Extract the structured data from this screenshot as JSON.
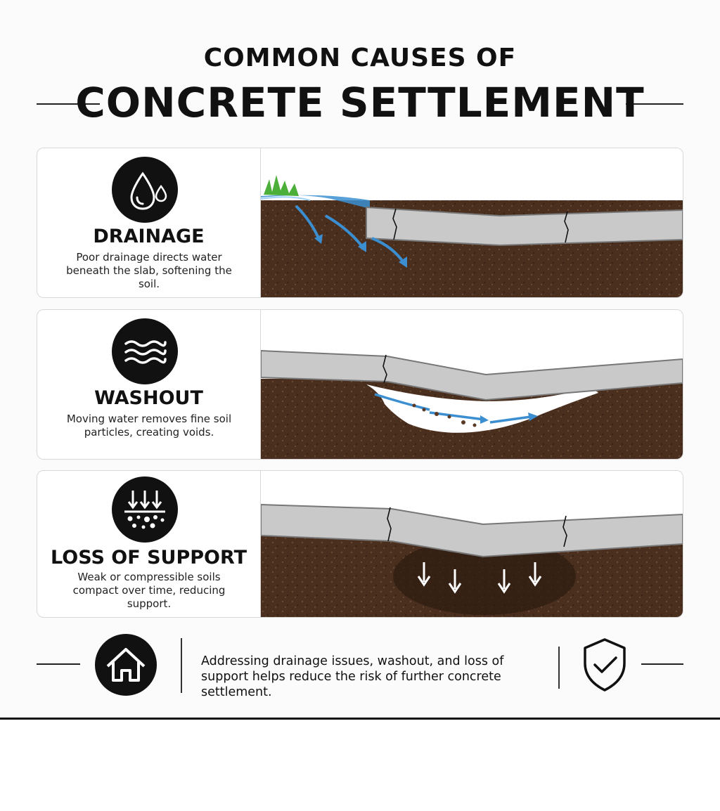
{
  "header": {
    "title_top": "COMMON CAUSES OF",
    "title_main": "CONCRETE SETTLEMENT"
  },
  "causes": [
    {
      "heading": "DRAINAGE",
      "description": "Poor drainage directs water beneath the slab, softening the soil.",
      "icon": "water-drops-icon"
    },
    {
      "heading": "WASHOUT",
      "description": "Moving water removes fine soil particles, creating voids.",
      "icon": "waves-icon"
    },
    {
      "heading": "LOSS OF SUPPORT",
      "description": "Weak or compressible soils compact over time, reducing support.",
      "icon": "compression-arrows-icon"
    }
  ],
  "footer": {
    "text": "Addressing drainage issues, washout, and loss of support helps reduce the risk of further concrete settlement.",
    "left_icon": "house-icon",
    "right_icon": "shield-check-icon"
  },
  "colors": {
    "soil": "#4a2f1f",
    "concrete": "#c9c9c9",
    "water": "#3b8fd1",
    "grass": "#4caf3a",
    "ink": "#111111"
  }
}
